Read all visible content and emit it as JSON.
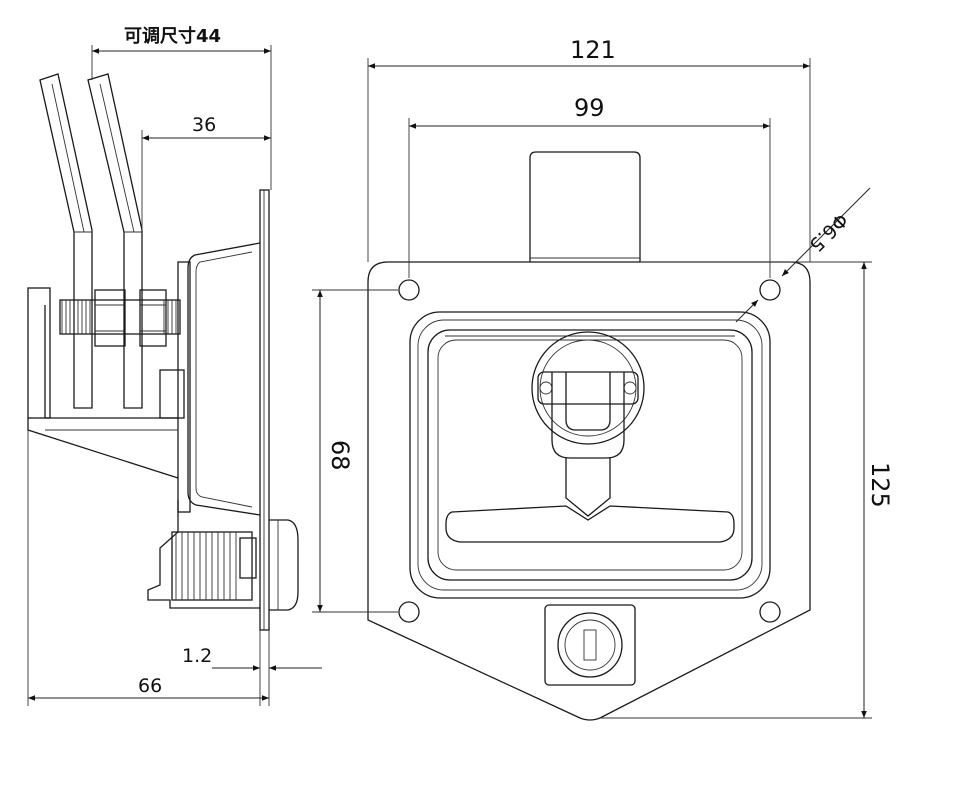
{
  "dimensions": {
    "adjustable": "可调尺寸44",
    "d36": "36",
    "d12": "1.2",
    "d66": "66",
    "d121": "121",
    "d99": "99",
    "d68": "68",
    "d125": "125",
    "hole": "Φ6.5"
  },
  "colors": {
    "line": "#1a1a1a",
    "background": "#ffffff"
  }
}
